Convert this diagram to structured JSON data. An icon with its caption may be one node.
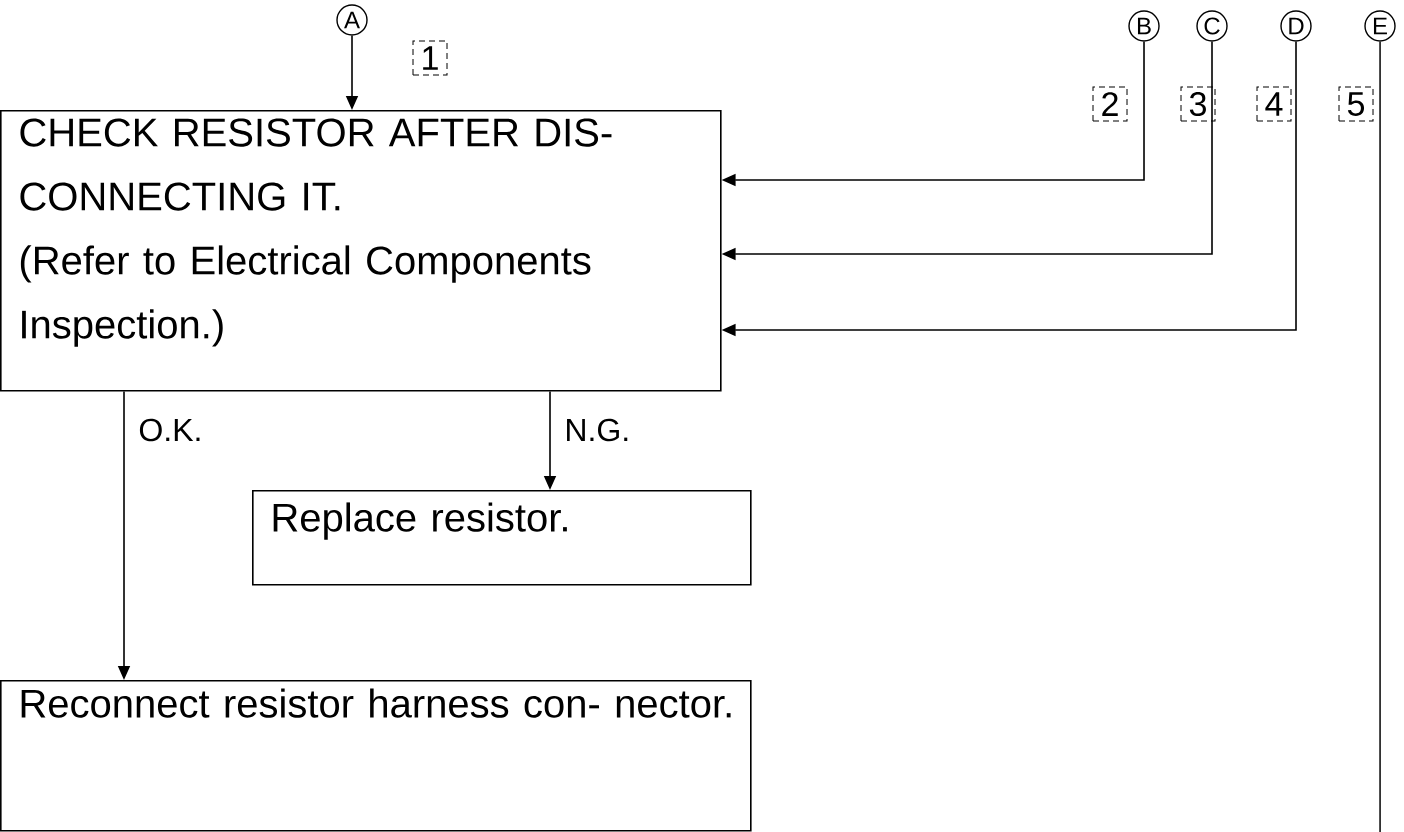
{
  "diagram": {
    "nodes": [
      {
        "text": [
          "A"
        ]
      },
      {
        "text": [
          "CHECK RESISTOR AFTER DIS- CONNECTING IT.",
          "(Refer to Electrical Components Inspection.)"
        ]
      },
      {
        "text": [
          "Replace resistor."
        ]
      },
      {
        "text": [
          "Reconnect resistor harness con- nector."
        ]
      },
      {
        "text": [
          "B"
        ]
      },
      {
        "text": [
          "C"
        ]
      },
      {
        "text": [
          "D"
        ]
      },
      {
        "text": [
          "E"
        ]
      }
    ],
    "edges": [
      {
        "from": 0,
        "to": 1,
        "arrow": "to"
      },
      {
        "from": 1,
        "to": 3,
        "arrow": "to",
        "label": "O.K."
      },
      {
        "from": 1,
        "to": 2,
        "arrow": "to",
        "label": "N.G."
      },
      {
        "from": 4,
        "to": 1,
        "arrow": "to"
      },
      {
        "from": 5,
        "to": 1,
        "arrow": "to"
      },
      {
        "from": 6,
        "to": 1,
        "arrow": "to"
      },
      {
        "from": 7,
        "to": null,
        "arrow": "none"
      }
    ],
    "labels": [
      "1",
      "2",
      "3",
      "4",
      "5"
    ]
  }
}
